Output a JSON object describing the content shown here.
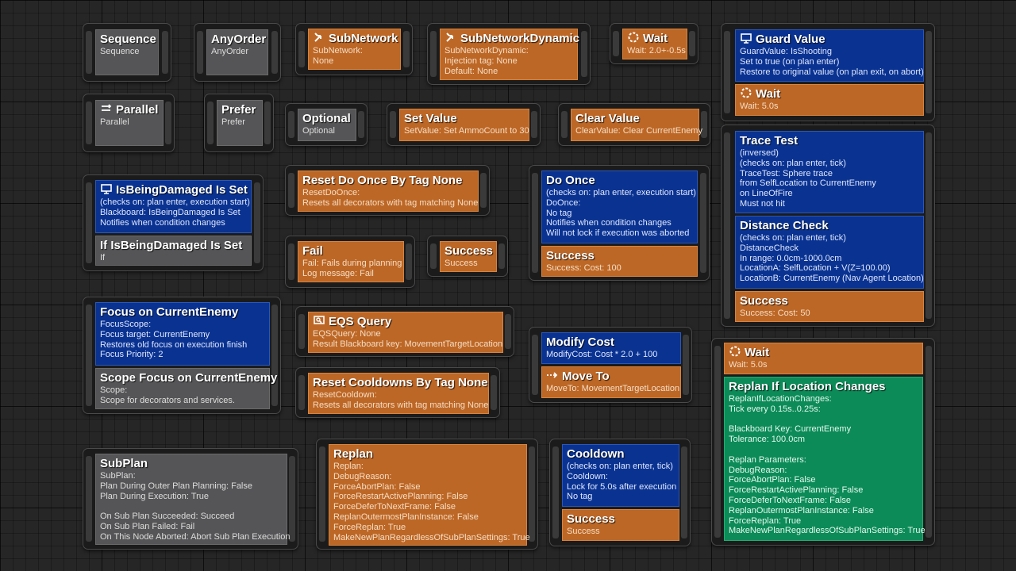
{
  "nodes": {
    "sequence": {
      "title": "Sequence",
      "body": "Sequence"
    },
    "anyorder": {
      "title": "AnyOrder",
      "body": "AnyOrder"
    },
    "subnetwork": {
      "title": "SubNetwork",
      "body": "SubNetwork:\nNone"
    },
    "subnetworkdynamic": {
      "title": "SubNetworkDynamic",
      "body": "SubNetworkDynamic:\nInjection tag: None\nDefault: None"
    },
    "wait_top": {
      "title": "Wait",
      "body": "Wait: 2.0+-0.5s"
    },
    "guard_value": {
      "title": "Guard Value",
      "body": "GuardValue: IsShooting\nSet to true (on plan enter)\nRestore to original value (on plan exit, on abort)"
    },
    "guard_wait": {
      "title": "Wait",
      "body": "Wait: 5.0s"
    },
    "parallel": {
      "title": "Parallel",
      "body": "Parallel"
    },
    "prefer": {
      "title": "Prefer",
      "body": "Prefer"
    },
    "optional": {
      "title": "Optional",
      "body": "Optional"
    },
    "set_value": {
      "title": "Set Value",
      "body": "SetValue: Set AmmoCount to 30"
    },
    "clear_value": {
      "title": "Clear Value",
      "body": "ClearValue: Clear CurrentEnemy"
    },
    "trace_test": {
      "title": "Trace Test",
      "body": "(inversed)\n(checks on: plan enter, tick)\nTraceTest: Sphere trace\nfrom SelfLocation to CurrentEnemy\non LineOfFire\nMust not hit"
    },
    "distance_check": {
      "title": "Distance Check",
      "body": "(checks on: plan enter, tick)\nDistanceCheck\nIn range: 0.0cm-1000.0cm\nLocationA: SelfLocation + V(Z=100.00)\nLocationB: CurrentEnemy (Nav Agent Location)"
    },
    "trace_success": {
      "title": "Success",
      "body": "Success: Cost: 50"
    },
    "is_being_damaged": {
      "title": "IsBeingDamaged Is Set",
      "body": "(checks on: plan enter, execution start)\nBlackboard: IsBeingDamaged Is Set\nNotifies when condition changes"
    },
    "if_damaged": {
      "title": "If IsBeingDamaged Is Set",
      "body": "If"
    },
    "reset_do_once": {
      "title": "Reset Do Once By Tag None",
      "body": "ResetDoOnce:\nResets all decorators with tag matching None"
    },
    "do_once": {
      "title": "Do Once",
      "body": "(checks on: plan enter, execution start)\nDoOnce:\nNo tag\nNotifies when condition changes\nWill not lock if execution was aborted"
    },
    "do_once_success": {
      "title": "Success",
      "body": "Success: Cost: 100"
    },
    "fail": {
      "title": "Fail",
      "body": "Fail: Fails during planning\nLog message: Fail"
    },
    "success_small": {
      "title": "Success",
      "body": "Success"
    },
    "focus": {
      "title": "Focus on CurrentEnemy",
      "body": "FocusScope:\nFocus target: CurrentEnemy\nRestores old focus on execution finish\nFocus Priority: 2"
    },
    "scope_focus": {
      "title": "Scope Focus on CurrentEnemy",
      "body": "Scope:\nScope for decorators and services."
    },
    "eqs_query": {
      "title": "EQS Query",
      "body": "EQSQuery: None\nResult Blackboard key: MovementTargetLocation"
    },
    "reset_cooldowns": {
      "title": "Reset Cooldowns By Tag None",
      "body": "ResetCooldown:\nResets all decorators with tag matching None"
    },
    "modify_cost": {
      "title": "Modify Cost",
      "body": "ModifyCost: Cost * 2.0 + 100"
    },
    "move_to": {
      "title": "Move To",
      "body": "MoveTo: MovementTargetLocation"
    },
    "wait_right": {
      "title": "Wait",
      "body": "Wait: 5.0s"
    },
    "replan": {
      "title": "Replan If Location Changes",
      "body": "ReplanIfLocationChanges:\nTick every 0.15s..0.25s:\n\nBlackboard Key: CurrentEnemy\nTolerance: 100.0cm\n\nReplan Parameters:\nDebugReason:\nForceAbortPlan: False\nForceRestartActivePlanning: False\nForceDeferToNextFrame: False\nReplanOutermostPlanInstance: False\nForceReplan: True\nMakeNewPlanRegardlessOfSubPlanSettings: True"
    },
    "subplan": {
      "title": "SubPlan",
      "body": "SubPlan:\nPlan During Outer Plan Planning: False\nPlan During Execution: True\n\nOn Sub Plan Succeeded: Succeed\nOn Sub Plan Failed: Fail\nOn This Node Aborted: Abort Sub Plan Execution"
    },
    "replan_task": {
      "title": "Replan",
      "body": "Replan:\nDebugReason:\nForceAbortPlan: False\nForceRestartActivePlanning: False\nForceDeferToNextFrame: False\nReplanOutermostPlanInstance: False\nForceReplan: True\nMakeNewPlanRegardlessOfSubPlanSettings: True"
    },
    "cooldown": {
      "title": "Cooldown",
      "body": "(checks on: plan enter, tick)\nCooldown:\nLock for 5.0s after execution\nNo tag"
    },
    "cooldown_success": {
      "title": "Success",
      "body": "Success"
    }
  },
  "icons": {
    "subnetwork": "subnetwork-icon",
    "wait": "wait-icon",
    "guard": "monitor-icon",
    "parallel": "parallel-icon",
    "eqs": "eqs-icon",
    "move": "move-arrow-icon"
  },
  "colors": {
    "composite_gray": "#555557",
    "task_orange": "#bd6726",
    "decorator_blue": "#0a3391",
    "service_green": "#0c8b58"
  }
}
